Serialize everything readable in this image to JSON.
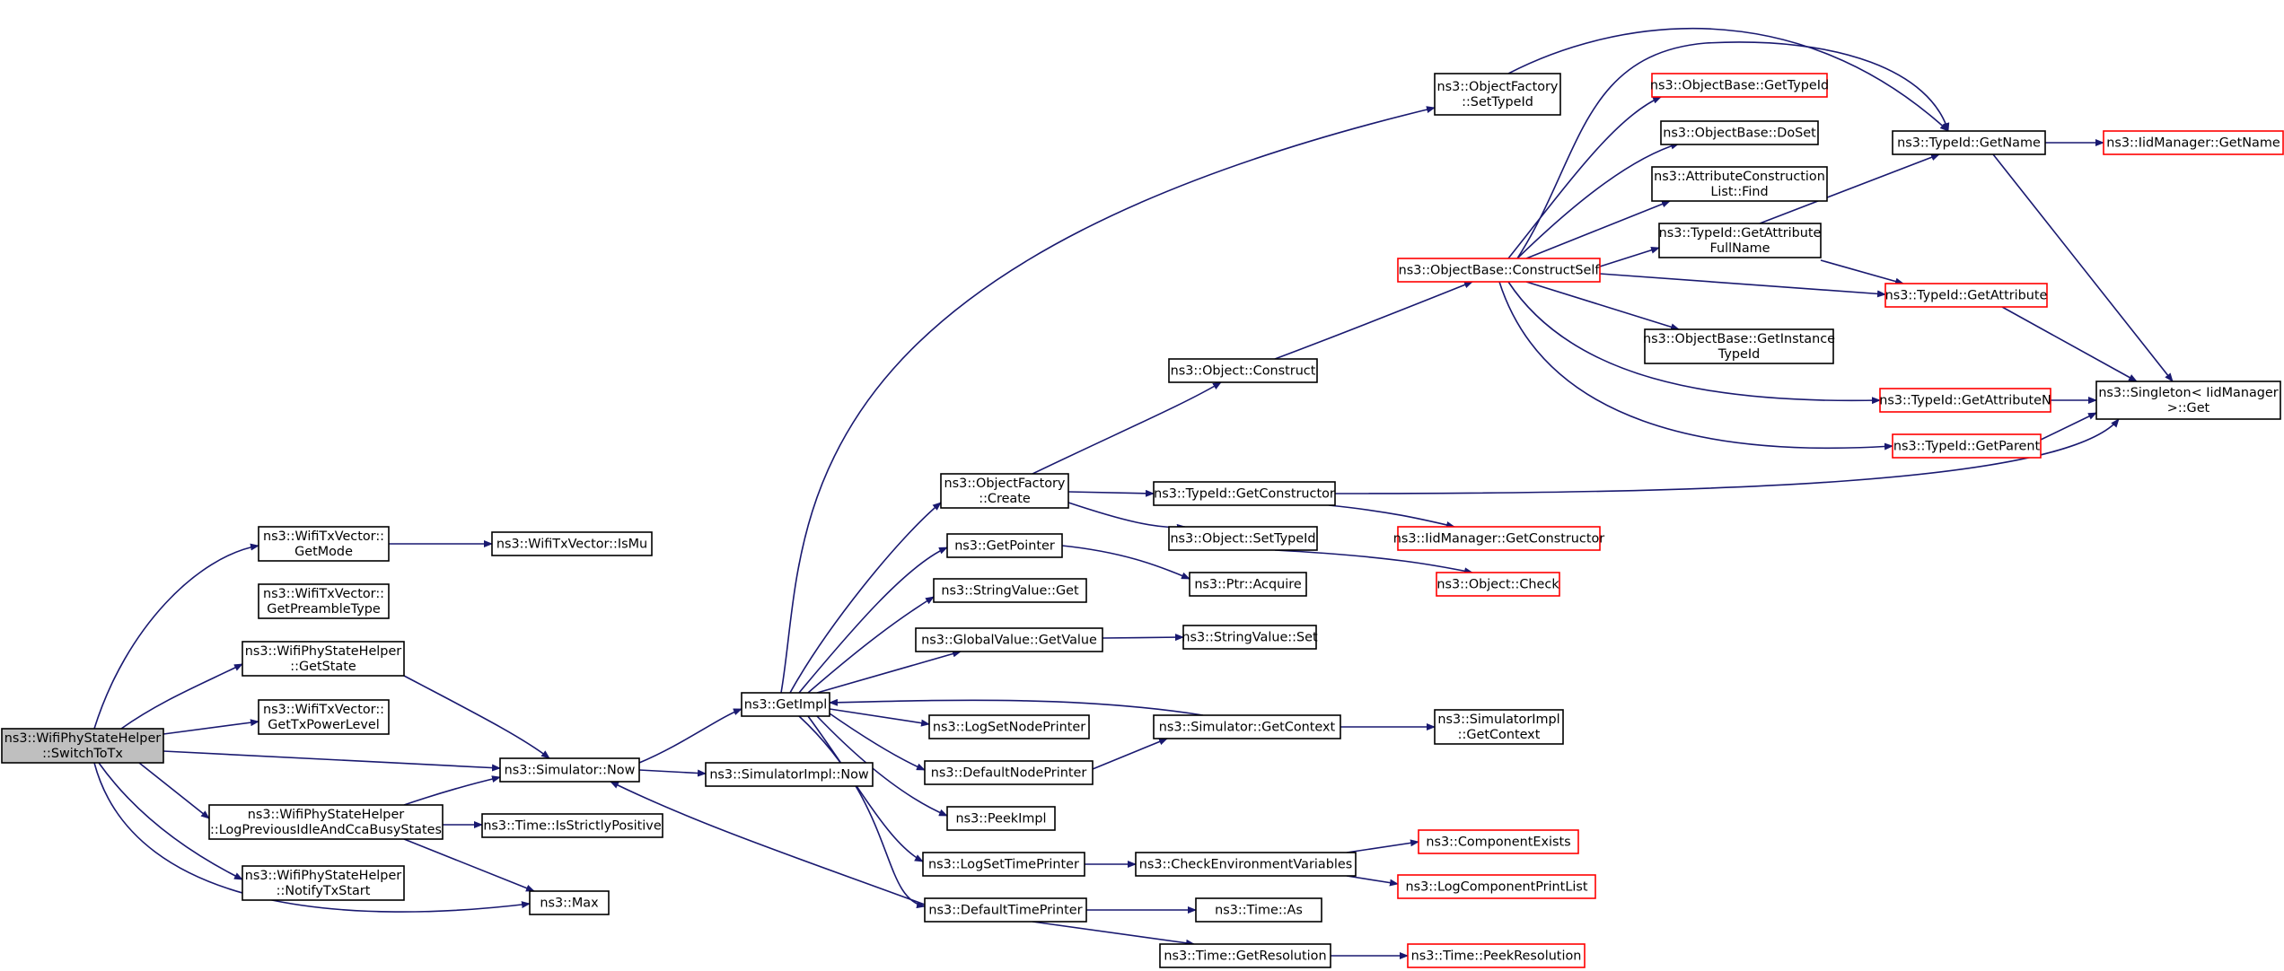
{
  "nodes": [
    {
      "id": "root",
      "lines": [
        "ns3::WifiPhyStateHelper",
        "::SwitchToTx"
      ],
      "style": "root"
    },
    {
      "id": "getmode",
      "lines": [
        "ns3::WifiTxVector::",
        "GetMode"
      ],
      "style": "black"
    },
    {
      "id": "ismu",
      "lines": [
        "ns3::WifiTxVector::IsMu"
      ],
      "style": "black"
    },
    {
      "id": "preamble",
      "lines": [
        "ns3::WifiTxVector::",
        "GetPreambleType"
      ],
      "style": "black"
    },
    {
      "id": "getstate",
      "lines": [
        "ns3::WifiPhyStateHelper",
        "::GetState"
      ],
      "style": "black"
    },
    {
      "id": "txpower",
      "lines": [
        "ns3::WifiTxVector::",
        "GetTxPowerLevel"
      ],
      "style": "black"
    },
    {
      "id": "simnow",
      "lines": [
        "ns3::Simulator::Now"
      ],
      "style": "black"
    },
    {
      "id": "logprev",
      "lines": [
        "ns3::WifiPhyStateHelper",
        "::LogPreviousIdleAndCcaBusyStates"
      ],
      "style": "black"
    },
    {
      "id": "notify",
      "lines": [
        "ns3::WifiPhyStateHelper",
        "::NotifyTxStart"
      ],
      "style": "black"
    },
    {
      "id": "max",
      "lines": [
        "ns3::Max"
      ],
      "style": "black"
    },
    {
      "id": "strictpos",
      "lines": [
        "ns3::Time::IsStrictlyPositive"
      ],
      "style": "black"
    },
    {
      "id": "implnow",
      "lines": [
        "ns3::SimulatorImpl::Now"
      ],
      "style": "black"
    },
    {
      "id": "getimpl",
      "lines": [
        "ns3::GetImpl"
      ],
      "style": "black"
    },
    {
      "id": "setnodeprinter",
      "lines": [
        "ns3::LogSetNodePrinter"
      ],
      "style": "black"
    },
    {
      "id": "defnodeprinter",
      "lines": [
        "ns3::DefaultNodePrinter"
      ],
      "style": "black"
    },
    {
      "id": "peekimpl",
      "lines": [
        "ns3::PeekImpl"
      ],
      "style": "black"
    },
    {
      "id": "settimeprinter",
      "lines": [
        "ns3::LogSetTimePrinter"
      ],
      "style": "black"
    },
    {
      "id": "deftimeprinter",
      "lines": [
        "ns3::DefaultTimePrinter"
      ],
      "style": "black"
    },
    {
      "id": "ofcreate",
      "lines": [
        "ns3::ObjectFactory",
        "::Create"
      ],
      "style": "black"
    },
    {
      "id": "getpointer",
      "lines": [
        "ns3::GetPointer"
      ],
      "style": "black"
    },
    {
      "id": "strget",
      "lines": [
        "ns3::StringValue::Get"
      ],
      "style": "black"
    },
    {
      "id": "globalget",
      "lines": [
        "ns3::GlobalValue::GetValue"
      ],
      "style": "black"
    },
    {
      "id": "getcontext",
      "lines": [
        "ns3::Simulator::GetContext"
      ],
      "style": "black"
    },
    {
      "id": "checkenv",
      "lines": [
        "ns3::CheckEnvironmentVariables"
      ],
      "style": "black"
    },
    {
      "id": "timeas",
      "lines": [
        "ns3::Time::As"
      ],
      "style": "black"
    },
    {
      "id": "getres",
      "lines": [
        "ns3::Time::GetResolution"
      ],
      "style": "black"
    },
    {
      "id": "ofsettypeid",
      "lines": [
        "ns3::ObjectFactory",
        "::SetTypeId"
      ],
      "style": "black"
    },
    {
      "id": "objconstruct",
      "lines": [
        "ns3::Object::Construct"
      ],
      "style": "black"
    },
    {
      "id": "getctor",
      "lines": [
        "ns3::TypeId::GetConstructor"
      ],
      "style": "black"
    },
    {
      "id": "objsettypeid",
      "lines": [
        "ns3::Object::SetTypeId"
      ],
      "style": "black"
    },
    {
      "id": "ptracquire",
      "lines": [
        "ns3::Ptr::Acquire"
      ],
      "style": "black"
    },
    {
      "id": "strset",
      "lines": [
        "ns3::StringValue::Set"
      ],
      "style": "black"
    },
    {
      "id": "implgetctx",
      "lines": [
        "ns3::SimulatorImpl",
        "::GetContext"
      ],
      "style": "black"
    },
    {
      "id": "compexists",
      "lines": [
        "ns3::ComponentExists"
      ],
      "style": "red"
    },
    {
      "id": "logcomplist",
      "lines": [
        "ns3::LogComponentPrintList"
      ],
      "style": "red"
    },
    {
      "id": "peekres",
      "lines": [
        "ns3::Time::PeekResolution"
      ],
      "style": "red"
    },
    {
      "id": "constructself",
      "lines": [
        "ns3::ObjectBase::ConstructSelf"
      ],
      "style": "red"
    },
    {
      "id": "iidgetctor",
      "lines": [
        "ns3::IidManager::GetConstructor"
      ],
      "style": "red"
    },
    {
      "id": "objcheck",
      "lines": [
        "ns3::Object::Check"
      ],
      "style": "red"
    },
    {
      "id": "obgettypeid",
      "lines": [
        "ns3::ObjectBase::GetTypeId"
      ],
      "style": "red"
    },
    {
      "id": "obdoset",
      "lines": [
        "ns3::ObjectBase::DoSet"
      ],
      "style": "black"
    },
    {
      "id": "acfind",
      "lines": [
        "ns3::AttributeConstruction",
        "List::Find"
      ],
      "style": "black"
    },
    {
      "id": "getattrfull",
      "lines": [
        "ns3::TypeId::GetAttribute",
        "FullName"
      ],
      "style": "black"
    },
    {
      "id": "getinst",
      "lines": [
        "ns3::ObjectBase::GetInstance",
        "TypeId"
      ],
      "style": "black"
    },
    {
      "id": "tigetname",
      "lines": [
        "ns3::TypeId::GetName"
      ],
      "style": "black"
    },
    {
      "id": "tigetattr",
      "lines": [
        "ns3::TypeId::GetAttribute"
      ],
      "style": "red"
    },
    {
      "id": "tigetattrn",
      "lines": [
        "ns3::TypeId::GetAttributeN"
      ],
      "style": "red"
    },
    {
      "id": "tigetparent",
      "lines": [
        "ns3::TypeId::GetParent"
      ],
      "style": "red"
    },
    {
      "id": "iidgetname",
      "lines": [
        "ns3::IidManager::GetName"
      ],
      "style": "red"
    },
    {
      "id": "singleton",
      "lines": [
        "ns3::Singleton< IidManager",
        " >::Get"
      ],
      "style": "black"
    }
  ]
}
